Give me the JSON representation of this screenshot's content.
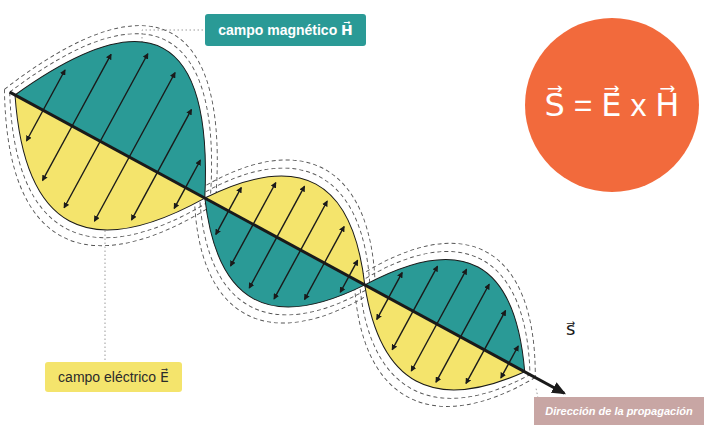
{
  "diagram": {
    "nodes": [
      {
        "text": [
          "campo magnético H⃗"
        ]
      },
      {
        "text": [
          "S⃗ = E⃗ x H⃗"
        ]
      },
      {
        "text": [
          "campo eléctrico E⃗"
        ]
      },
      {
        "text": [
          "Dirección de la propagación"
        ]
      }
    ],
    "labels": [
      "s⃗"
    ]
  }
}
